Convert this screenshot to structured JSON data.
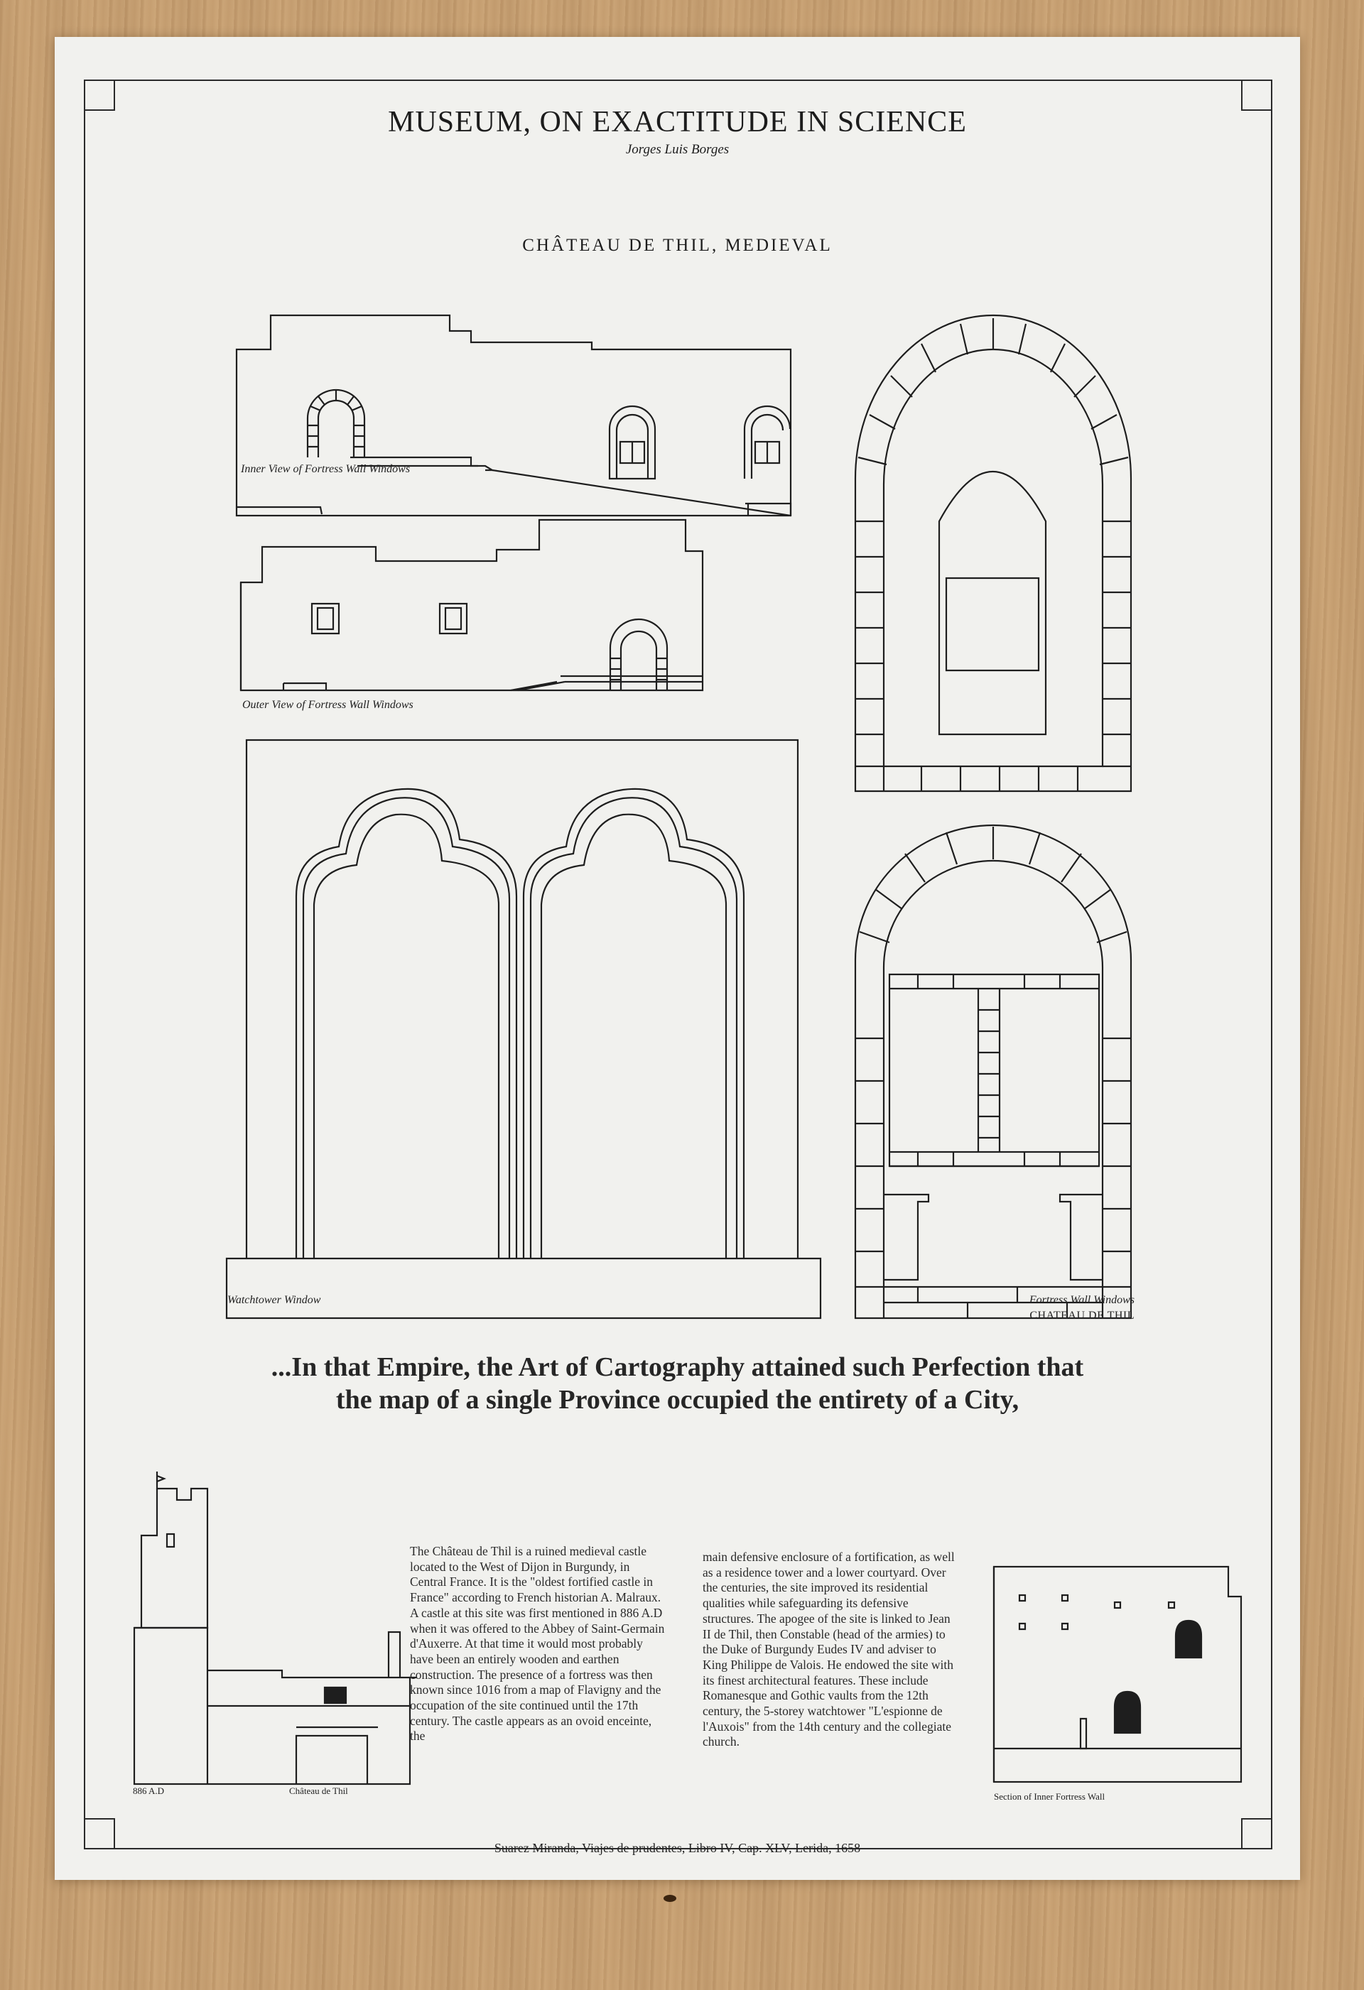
{
  "poster": {
    "title": "MUSEUM, ON EXACTITUDE IN SCIENCE",
    "author": "Jorges Luis Borges",
    "subtitle": "CHÂTEAU DE THIL, MEDIEVAL"
  },
  "captions": {
    "inner_view": "Inner View of Fortress Wall Windows",
    "outer_view": "Outer View of Fortress Wall Windows",
    "watchtower": "Watchtower Window",
    "fortress_windows": "Fortress Wall Windows",
    "chateau": "CHATEAU DE THIL",
    "date": "886 A.D",
    "chateau_small": "Château de Thil",
    "section": "Section of Inner Fortress Wall"
  },
  "quote": "...In that Empire, the Art of Cartography attained such Perfection that the map of a single Province occupied the entirety of a City,",
  "body": {
    "column1": "The Château de Thil is a ruined medieval castle located to the West of Dijon in Burgundy, in Central France. It is the \"oldest fortified castle in France\" according to French historian A. Malraux. A castle at this site was first mentioned in 886 A.D when it was offered to the Abbey of Saint-Germain d'Auxerre. At that time it would most probably have been an entirely wooden and earthen construction. The presence of a fortress was then known since 1016 from a map of Flavigny and the occupation of the site continued until the 17th century. The castle appears as an ovoid enceinte, the",
    "column2": "main defensive enclosure of a fortification, as well as a residence tower and a lower courtyard. Over the centuries, the site improved its residential qualities while safeguarding its defensive structures. The apogee of the site is linked to Jean II de Thil, then Constable (head of the armies) to the Duke of Burgundy Eudes IV and adviser to King Philippe de Valois. He endowed the site with its finest architectural features. These include Romanesque and Gothic vaults from the 12th century, the 5-storey watchtower \"L'espionne de l'Auxois\" from the 14th century and the collegiate church."
  },
  "footer": "Suarez Miranda, Viajes de prudentes, Libro IV, Cap. XLV, Lerida, 1658"
}
